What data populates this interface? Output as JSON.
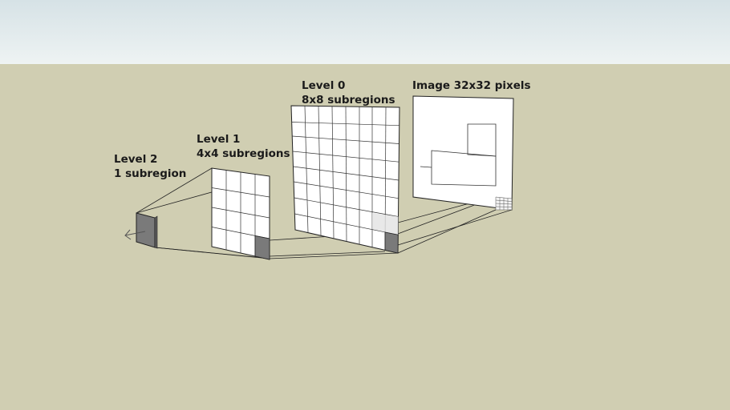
{
  "labels": {
    "level2_title": "Level 2",
    "level2_sub": "1 subregion",
    "level1_title": "Level 1",
    "level1_sub": "4x4 subregions",
    "level0_title": "Level 0",
    "level0_sub": "8x8 subregions",
    "image_title": "Image 32x32 pixels"
  },
  "colors": {
    "sky_top": "#d6e2e6",
    "ground": "#d0ceb2",
    "panel": "#ffffff",
    "highlight": "#7a7a7a",
    "line": "#222222"
  }
}
